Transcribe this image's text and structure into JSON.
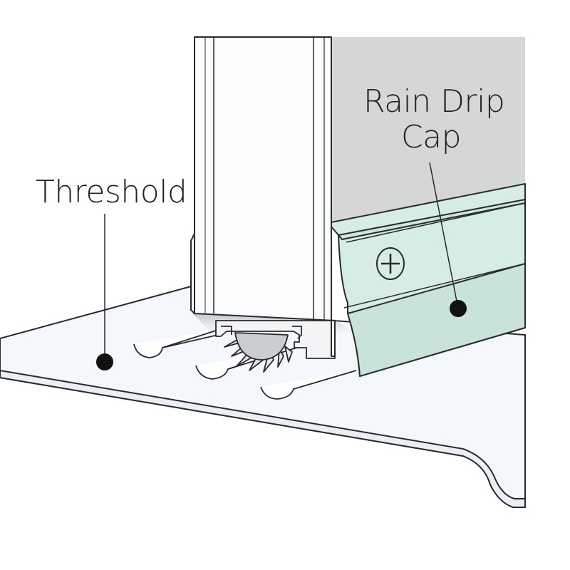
{
  "labels": {
    "threshold": "Threshold",
    "rain_drip_cap_line1": "Rain Drip",
    "rain_drip_cap_line2": "Cap"
  },
  "colors": {
    "outline": "#2a2a2a",
    "threshold_fill": "#f4f7fc",
    "door_fill": "#fbfcfe",
    "wall_fill": "#d4d6d8",
    "drip_cap_fill": "#d6ede6",
    "sweep_fill": "#e6eaee",
    "marker": "#111111"
  },
  "icons": {
    "screw": "phillips-screw-icon",
    "marker": "callout-dot-icon"
  }
}
